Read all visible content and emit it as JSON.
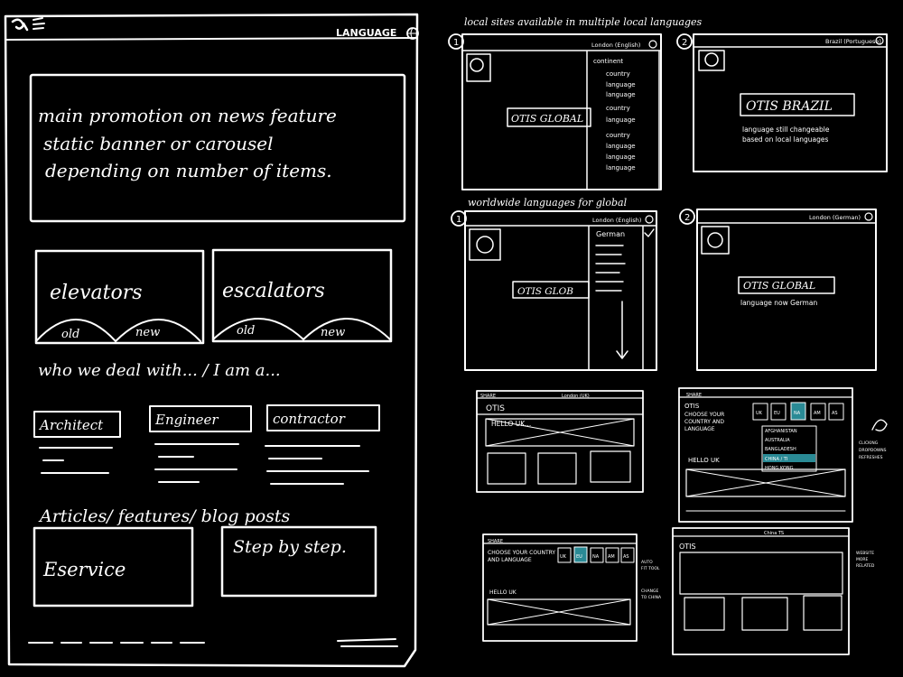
{
  "main_sketch": {
    "header_language": "LANGUAGE",
    "banner_lines": [
      "main promotion on news feature",
      "static banner or carousel",
      "depending on number of items."
    ],
    "product_cards": [
      {
        "title": "elevators",
        "tabs": [
          "old",
          "new"
        ]
      },
      {
        "title": "escalators",
        "tabs": [
          "old",
          "new"
        ]
      }
    ],
    "audience_heading": "who we deal with... / I am a...",
    "audience_buttons": [
      "Architect",
      "Engineer",
      "contractor"
    ],
    "articles_heading": "Articles/ features/ blog posts",
    "article_cards": [
      "Eservice",
      "Step by step."
    ]
  },
  "right_sketches": {
    "local_heading": "local sites available in multiple local languages",
    "global_heading": "worldwide languages for global",
    "panels": [
      {
        "number": "1",
        "top_label": "London (English)",
        "box_label": "OTIS GLOBAL",
        "dropdown": [
          "continent",
          "country",
          "language",
          "language",
          "country",
          "language",
          "country",
          "language",
          "language",
          "language"
        ]
      },
      {
        "number": "2",
        "top_label": "Brazil (Portuguese)",
        "box_label": "OTIS BRAZIL",
        "note": [
          "language still changeable",
          "based on local languages"
        ]
      },
      {
        "number": "1",
        "top_label": "London (English)",
        "box_label": "OTIS GLOB",
        "dropdown": [
          "German"
        ]
      },
      {
        "number": "2",
        "top_label": "London (German)",
        "box_label": "OTIS GLOBAL",
        "note": [
          "language now German"
        ]
      }
    ],
    "small_screens": [
      {
        "share": "SHARE",
        "title": "OTIS",
        "hello": "HELLO UK...",
        "top": "London (UK)"
      },
      {
        "share": "SHARE",
        "title": "OTIS",
        "choose": [
          "CHOOSE YOUR",
          "COUNTRY AND",
          "LANGUAGE"
        ],
        "hello": "HELLO UK",
        "chips": [
          "UK",
          "EU",
          "NA",
          "AM",
          "AS"
        ],
        "list": [
          "AFGHANISTAN",
          "AUSTRALIA",
          "BANGLADESH",
          "CHINA / TI",
          "HONG KONG"
        ]
      },
      {
        "share": "SHARE",
        "choose": [
          "CHOOSE YOUR COUNTRY",
          "AND LANGUAGE"
        ],
        "hello": "HELLO UK",
        "chips": [
          "UK",
          "EU",
          "NA",
          "AM",
          "AS"
        ]
      },
      {
        "title": "OTIS",
        "top": "China TS"
      }
    ],
    "side_notes": [
      [
        "CLICKING",
        "DROPDOWNS",
        "REFRESHES"
      ],
      [
        "AUTO",
        "FIT TOOL"
      ],
      [
        "CHANGE",
        "TO CHINA"
      ],
      [
        "WEBSITE",
        "MORE",
        "RELATED"
      ]
    ]
  }
}
